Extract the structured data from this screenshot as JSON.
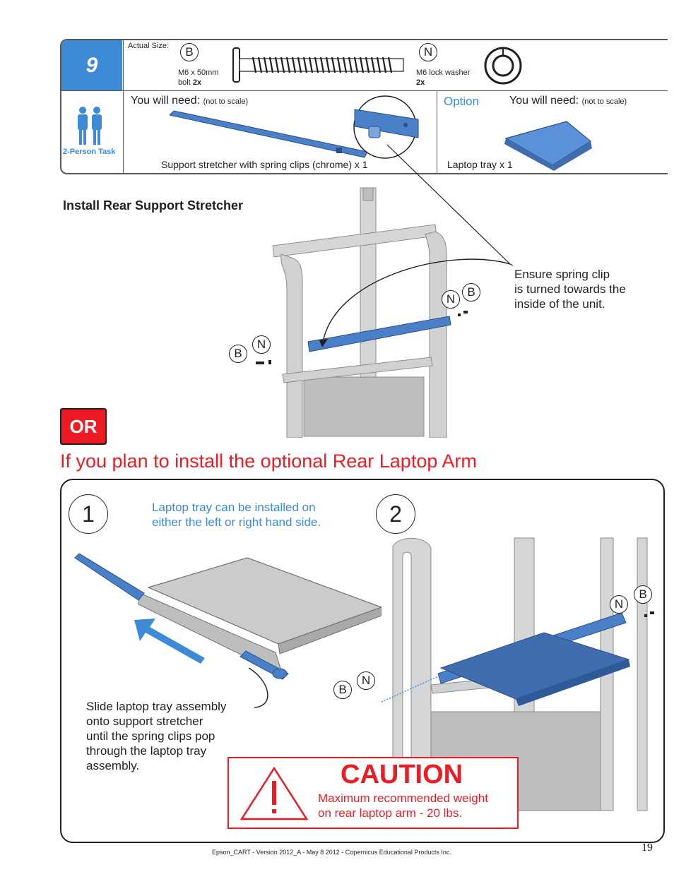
{
  "step": {
    "number": "9",
    "actual_size_label": "Actual Size:",
    "parts": [
      {
        "letter": "B",
        "desc_line1": "M6 x 50mm",
        "desc_line2": "bolt",
        "qty": "2x"
      },
      {
        "letter": "N",
        "desc_line1": "M6 lock washer",
        "qty": "2x"
      }
    ],
    "person_task": "2-Person Task",
    "you_will_need": "You will need:",
    "not_to_scale": "(not to scale)",
    "stretcher_caption": "Support stretcher with spring clips (chrome) x 1",
    "option_label": "Option",
    "laptop_caption": "Laptop tray x 1"
  },
  "section1": {
    "title": "Install Rear Support Stretcher",
    "note_line1": "Ensure spring clip",
    "note_line2": "is turned towards the",
    "note_line3": "inside of the unit.",
    "callouts": [
      "N",
      "B",
      "B",
      "N"
    ]
  },
  "or_label": "OR",
  "section2_heading": "If you plan to install the optional Rear Laptop Arm",
  "panel": {
    "step1": "1",
    "step2": "2",
    "blue_note_line1": "Laptop tray can be installed on",
    "blue_note_line2": "either the left or right hand side.",
    "slide_lines": [
      "Slide laptop tray assembly",
      "onto support stretcher",
      "until the spring clips pop",
      "through the laptop tray",
      "assembly."
    ],
    "callouts": [
      "N",
      "B",
      "B",
      "N"
    ]
  },
  "caution": {
    "title": "CAUTION",
    "line1": "Maximum recommended weight",
    "line2": "on rear laptop arm - 20 lbs."
  },
  "footer": {
    "text": "Epson_CART - Version 2012_A - May 8 2012 - Copernicus Educational Products Inc.",
    "page": "19"
  },
  "colors": {
    "accent_blue": "#3d8ad6",
    "part_blue": "#4a80c8",
    "red": "#ed1c24",
    "metal": "#c9cbcd"
  }
}
